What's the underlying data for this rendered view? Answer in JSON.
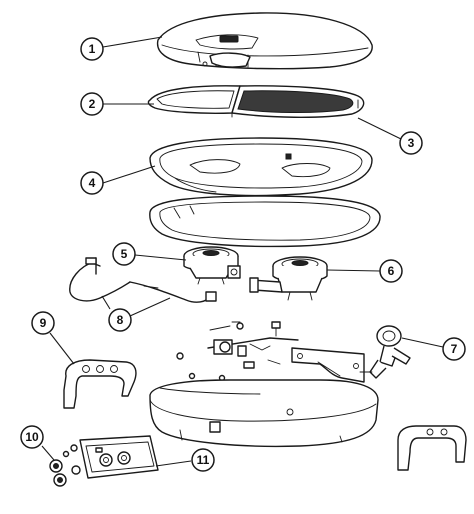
{
  "callouts": [
    {
      "id": "1",
      "label": "1"
    },
    {
      "id": "2",
      "label": "2"
    },
    {
      "id": "3",
      "label": "3"
    },
    {
      "id": "4",
      "label": "4"
    },
    {
      "id": "5",
      "label": "5"
    },
    {
      "id": "6",
      "label": "6"
    },
    {
      "id": "7",
      "label": "7"
    },
    {
      "id": "8",
      "label": "8"
    },
    {
      "id": "9",
      "label": "9"
    },
    {
      "id": "10",
      "label": "10"
    },
    {
      "id": "11",
      "label": "11"
    }
  ],
  "colors": {
    "line": "#1a1a1a",
    "background": "#ffffff",
    "grate": "#3a3a3a"
  }
}
